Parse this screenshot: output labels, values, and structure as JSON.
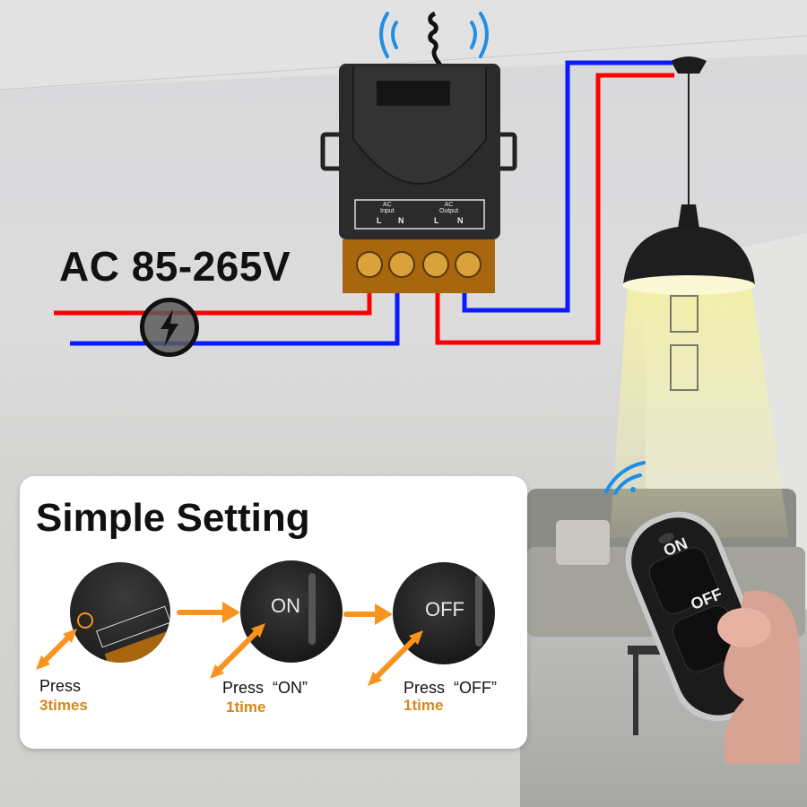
{
  "headline": {
    "voltage": "AC 85-265V"
  },
  "relay": {
    "terminal_labels": {
      "input_group": "AC\nInput",
      "output_group": "AC\nOutput",
      "input_l": "L",
      "input_n": "N",
      "output_l": "L",
      "output_n": "N"
    }
  },
  "icons": {
    "power": "lightning-bolt-icon",
    "signal_relay": "wireless-signal-icon",
    "signal_remote": "wifi-icon"
  },
  "colors": {
    "live_wire": "#ff0000",
    "neutral_wire": "#0a1cff",
    "accent_orange": "#f7931e",
    "sub_text_orange": "#d4891a",
    "signal_blue": "#1e8fe8",
    "lamp_glow": "#f3f0a8"
  },
  "panel": {
    "title": "Simple Setting",
    "steps": [
      {
        "label": "Press",
        "sub": "3times"
      },
      {
        "label": "Press  “ON”",
        "sub": "1time",
        "button": "ON"
      },
      {
        "label": "Press  “OFF”",
        "sub": "1time",
        "button": "OFF"
      }
    ]
  },
  "remote": {
    "buttons": [
      "ON",
      "OFF"
    ]
  }
}
